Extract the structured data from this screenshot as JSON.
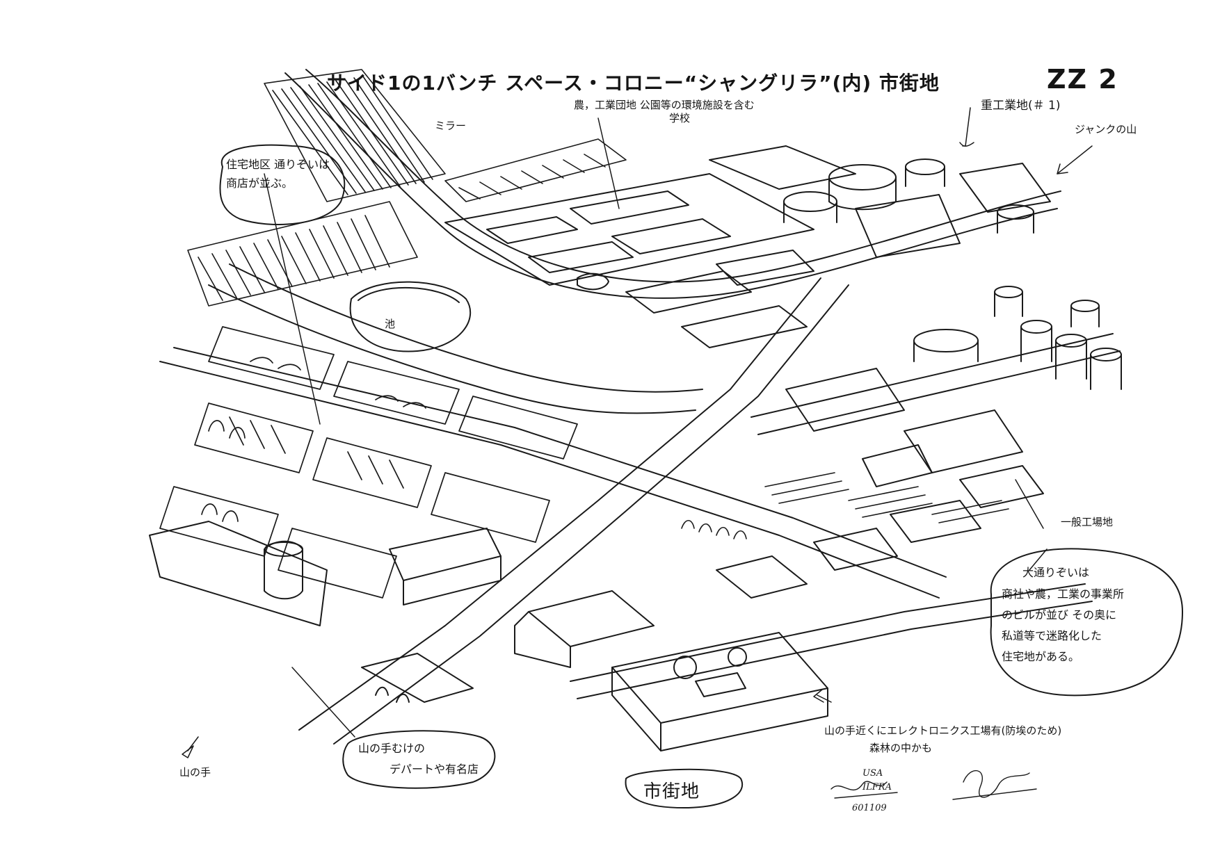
{
  "header": {
    "title": "サイド1の1バンチ スペース・コロニー“シャングリラ”(内) 市街地",
    "sheet_code": "ZZ 2"
  },
  "labels": {
    "mirror": "ミラー",
    "agri_industrial": "農，工業団地 公園等の環境施設を含む",
    "school": "学校",
    "heavy_industry": "重工業地(＃ 1)",
    "junk_mountain": "ジャンクの山",
    "pond": "池",
    "general_factory": "一般工場地",
    "residential_note_line1": "住宅地区 通りぞいは",
    "residential_note_line2": "商店が並ぶ。",
    "main_street_line1": "大通りぞいは",
    "main_street_line2": "商社や農，工業の事業所",
    "main_street_line3": "のビルが並び その奥に",
    "main_street_line4": "私道等で迷路化した",
    "main_street_line5": "住宅地がある。",
    "electronics_note_line1": "山の手近くにエレクトロニクス工場有(防埃のため)",
    "electronics_note_line2": "森林の中かも",
    "yamanote": "山の手",
    "department_line1": "山の手むけの",
    "department_line2": "デパートや有名店",
    "city_area_stamp": "市街地",
    "signature_line1": "USA",
    "signature_line2": "ILFRA",
    "signature_date": "601109"
  }
}
